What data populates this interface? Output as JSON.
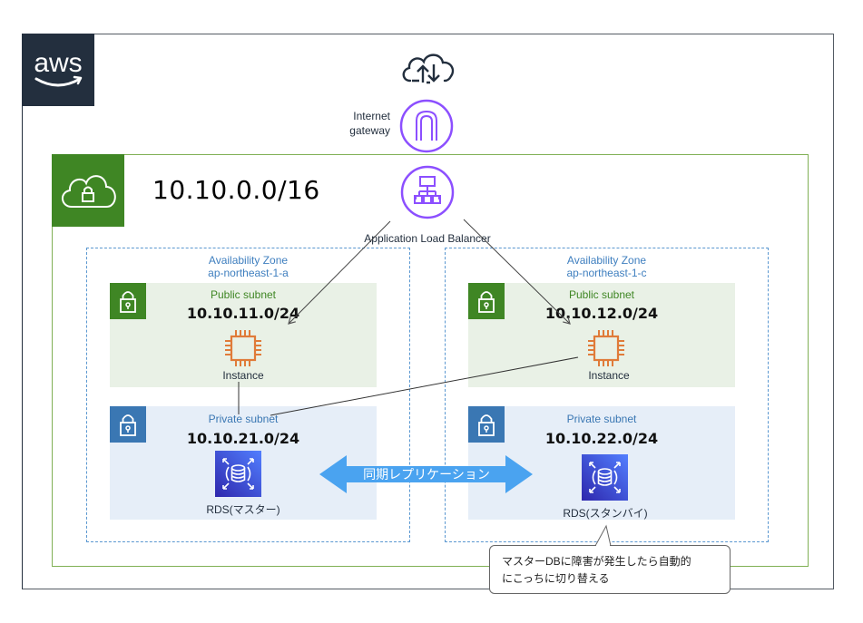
{
  "diagram": {
    "cloud_logo": "aws",
    "internet_gateway": {
      "label_line1": "Internet",
      "label_line2": "gateway",
      "icon": "internet-gateway-icon"
    },
    "internet_icon": "cloud-upload-download-icon",
    "load_balancer": {
      "label": "Application Load Balancer",
      "icon": "application-load-balancer-icon"
    },
    "vpc": {
      "cidr": "10.10.0.0/16",
      "icon": "vpc-cloud-lock-icon"
    },
    "availability_zones": [
      {
        "title": "Availability Zone",
        "name": "ap-northeast-1-a",
        "public_subnet": {
          "title": "Public subnet",
          "cidr": "10.10.11.0/24",
          "resource_label": "Instance"
        },
        "private_subnet": {
          "title": "Private subnet",
          "cidr": "10.10.21.0/24",
          "resource_label": "RDS(マスター)"
        }
      },
      {
        "title": "Availability Zone",
        "name": "ap-northeast-1-c",
        "public_subnet": {
          "title": "Public subnet",
          "cidr": "10.10.12.0/24",
          "resource_label": "Instance"
        },
        "private_subnet": {
          "title": "Private subnet",
          "cidr": "10.10.22.0/24",
          "resource_label": "RDS(スタンバイ)"
        }
      }
    ],
    "replication_arrow_label": "同期レプリケーション",
    "callout": {
      "line1": "マスターDBに障害が発生したら自動的",
      "line2": "にこっちに切り替える"
    },
    "colors": {
      "aws_dark": "#232f3e",
      "vpc_green": "#3f8624",
      "private_blue": "#3a77b3",
      "az_blue": "#5a97d0",
      "purple": "#8c4fff",
      "ec2_orange": "#e07b39",
      "replication_arrow": "#4aa3f0"
    }
  }
}
